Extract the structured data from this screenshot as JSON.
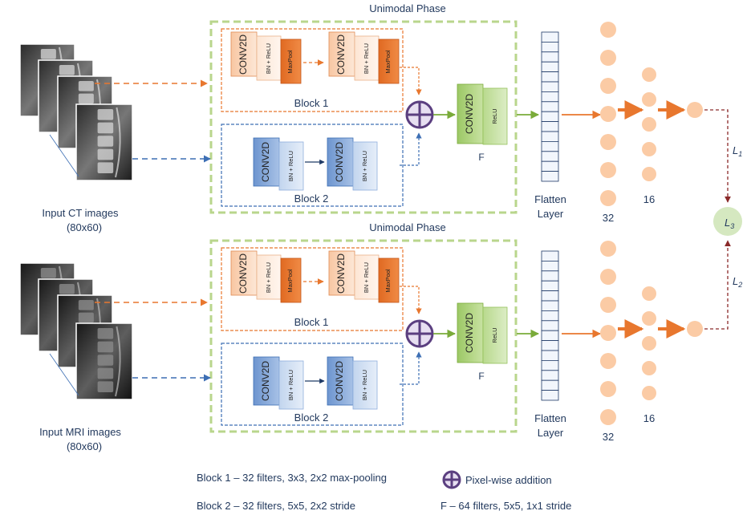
{
  "phase_title": "Unimodal Phase",
  "inputs": {
    "ct": {
      "label": "Input CT images",
      "size": "(80x60)"
    },
    "mri": {
      "label": "Input MRI images",
      "size": "(80x60)"
    }
  },
  "block_labels": {
    "block1": "Block 1",
    "block2": "Block 2"
  },
  "layer_labels": {
    "conv": "CONV2D",
    "bn": "BN + ReLU",
    "pool": "MaxPool",
    "relu": "ReLU",
    "f": "F"
  },
  "flatten": {
    "line1": "Flatten",
    "line2": "Layer"
  },
  "dense": {
    "n32": "32",
    "n16": "16"
  },
  "losses": {
    "l1": "L",
    "l1_sub": "1",
    "l2": "L",
    "l2_sub": "2",
    "l3": "L",
    "l3_sub": "3"
  },
  "legend": {
    "block1": "Block 1 – 32 filters, 3x3, 2x2 max-pooling",
    "block2": "Block 2 – 32 filters, 5x5, 2x2 stride",
    "addition": "Pixel-wise addition",
    "f": "F – 64 filters, 5x5, 1x1 stride"
  },
  "colors": {
    "orange": "#e8772e",
    "blue": "#3d6fb4",
    "green": "#7aab3a",
    "phase_border": "#b9d68c",
    "node": "#fbcba5",
    "loss_node": "#d5e8c0",
    "dark_red": "#8b2a2a",
    "purple": "#5b3f80"
  }
}
